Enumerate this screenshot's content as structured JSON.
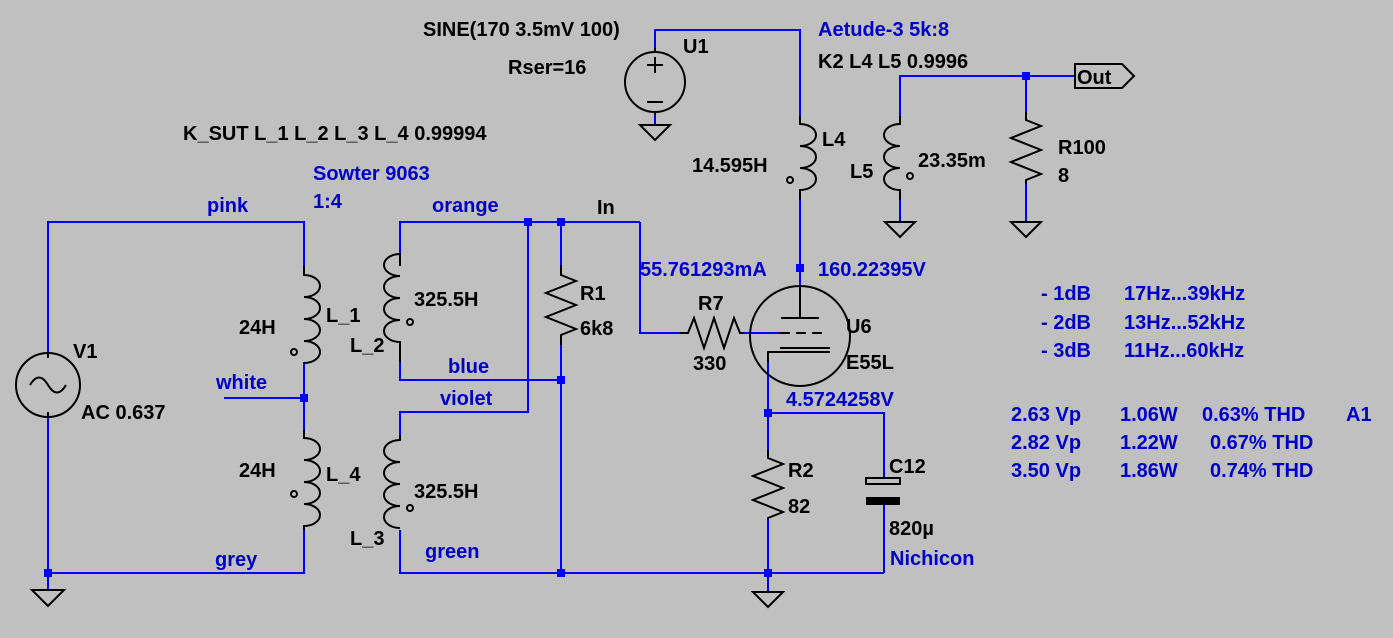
{
  "labels": {
    "sine_source": "SINE(170 3.5mV 100)",
    "u1": "U1",
    "rser": "Rser=16",
    "out_xfmr_name": "Aetude-3 5k:8",
    "out_xfmr_coupling": "K2 L4 L5  0.9996",
    "out": "Out",
    "k_sut": "K_SUT L_1 L_2 L_3 L_4 0.99994",
    "in_xfmr_name": "Sowter 9063",
    "in_xfmr_ratio": "1:4",
    "l4": "L4",
    "l4_val": "14.595H",
    "l5": "L5",
    "l5_val": "23.35m",
    "r100": "R100",
    "r100_val": "8",
    "pink": "pink",
    "orange": "orange",
    "in": "In",
    "current": "55.761293mA",
    "plate_v": "160.22395V",
    "l_1_val": "24H",
    "l_1": "L_1",
    "l_2_val": "325.5H",
    "l_2": "L_2",
    "r1": "R1",
    "r1_val": "6k8",
    "r7": "R7",
    "r7_val": "330",
    "u6": "U6",
    "u6_val": "E55L",
    "v1": "V1",
    "v1_val": "AC 0.637",
    "white": "white",
    "blue": "blue",
    "violet": "violet",
    "cathode_v": "4.5724258V",
    "l_4_val": "24H",
    "l_4": "L_4",
    "l_3_val": "325.5H",
    "l_3": "L_3",
    "r2": "R2",
    "r2_val": "82",
    "c12": "C12",
    "c12_val": "820µ",
    "c12_brand": "Nichicon",
    "grey": "grey",
    "green": "green"
  },
  "bandwidth": [
    {
      "level": "- 1dB",
      "range": "17Hz...39kHz"
    },
    {
      "level": "- 2dB",
      "range": "13Hz...52kHz"
    },
    {
      "level": "- 3dB",
      "range": "11Hz...60kHz"
    }
  ],
  "performance": [
    {
      "vp": "2.63 Vp",
      "w": "1.06W",
      "thd": "0.63% THD",
      "tag": "A1"
    },
    {
      "vp": "2.82 Vp",
      "w": "1.22W",
      "thd": "0.67% THD",
      "tag": ""
    },
    {
      "vp": "3.50 Vp",
      "w": "1.86W",
      "thd": "0.74% THD",
      "tag": ""
    }
  ]
}
